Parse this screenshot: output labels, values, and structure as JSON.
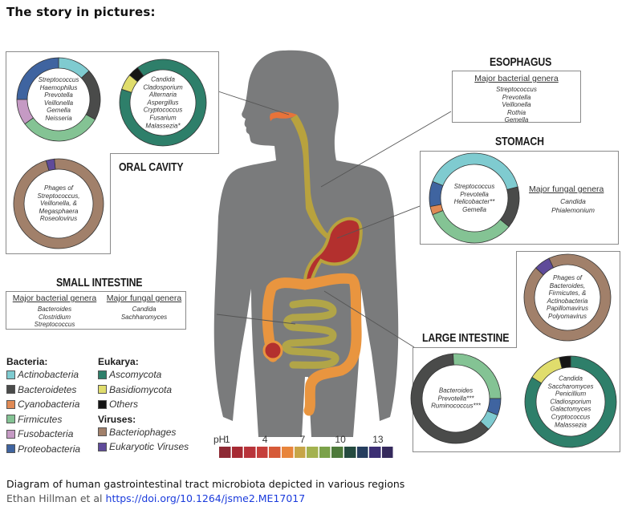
{
  "heading": "The story in pictures:",
  "caption": "Diagram of human gastrointestinal tract microbiota depicted in various regions",
  "credit": {
    "authors": "Ethan Hillman et al",
    "link": "https://doi.org/10.1264/jsme2.ME17017"
  },
  "colors": {
    "actinobacteria": "#7fcbd0",
    "bacteroidetes": "#4a4b4a",
    "cyanobacteria": "#e08a55",
    "firmicutes": "#84c394",
    "fusobacteria": "#c59ac4",
    "proteobacteria": "#3f64a0",
    "ascomycota": "#2e7f6a",
    "basidiomycota": "#e0dd6c",
    "others": "#151515",
    "bacteriophages": "#a1806a",
    "eukaryotic_viruses": "#5f4b9a",
    "body": "#7a7b7c",
    "esophagus": "#b8a23e",
    "stomach": "#b3302e",
    "colon": "#e9953f",
    "small_intestine": "#b1a548",
    "mouth": "#e8733a"
  },
  "regions": {
    "oral_cavity": {
      "title": "ORAL CAVITY",
      "bacteria_donut": {
        "segments": [
          {
            "group": "actinobacteria",
            "fraction": 0.13
          },
          {
            "group": "bacteroidetes",
            "fraction": 0.2
          },
          {
            "group": "firmicutes",
            "fraction": 0.32
          },
          {
            "group": "fusobacteria",
            "fraction": 0.1
          },
          {
            "group": "proteobacteria",
            "fraction": 0.25
          }
        ],
        "genera": [
          "Streptococcus",
          "Haemophilus",
          "Prevotella",
          "Veillonella",
          "Gemella",
          "Neisseria"
        ]
      },
      "fungi_donut": {
        "segments": [
          {
            "group": "ascomycota",
            "fraction": 0.9
          },
          {
            "group": "basidiomycota",
            "fraction": 0.06
          },
          {
            "group": "others",
            "fraction": 0.04
          }
        ],
        "genera": [
          "Candida",
          "Cladosporium",
          "Alternaria",
          "Aspergillus",
          "Cryptococcus",
          "Fusarium",
          "Malassezia*"
        ]
      },
      "virus_donut": {
        "segments": [
          {
            "group": "bacteriophages",
            "fraction": 0.97
          },
          {
            "group": "eukaryotic_viruses",
            "fraction": 0.03
          }
        ],
        "genera": [
          "Phages of",
          "Streptococcus,",
          "Veillonella, &",
          "Megasphaera",
          "Roseolovirus"
        ]
      }
    },
    "esophagus": {
      "title": "ESOPHAGUS",
      "bacterial_heading": "Major bacterial genera",
      "bacterial_genera": [
        "Streptococcus",
        "Prevotella",
        "Veillonella",
        "Rothia",
        "Gemella"
      ]
    },
    "stomach": {
      "title": "STOMACH",
      "bacteria_donut": {
        "segments": [
          {
            "group": "actinobacteria",
            "fraction": 0.4
          },
          {
            "group": "bacteroidetes",
            "fraction": 0.15
          },
          {
            "group": "firmicutes",
            "fraction": 0.33
          },
          {
            "group": "cyanobacteria",
            "fraction": 0.03
          },
          {
            "group": "proteobacteria",
            "fraction": 0.09
          }
        ],
        "genera": [
          "Streptococcus",
          "Prevotella",
          "Helicobacter**",
          "Gemella"
        ]
      },
      "fungal_heading": "Major fungal genera",
      "fungal_genera": [
        "Candida",
        "Phialemonium"
      ]
    },
    "small_intestine": {
      "title": "SMALL INTESTINE",
      "bacterial_heading": "Major bacterial genera",
      "bacterial_genera": [
        "Bacteroides",
        "Clostridium",
        "Streptococcus"
      ],
      "fungal_heading": "Major fungal genera",
      "fungal_genera": [
        "Candida",
        "Sachharomyces"
      ]
    },
    "large_intestine": {
      "title": "LARGE INTESTINE",
      "virus_donut": {
        "segments": [
          {
            "group": "bacteriophages",
            "fraction": 0.94
          },
          {
            "group": "eukaryotic_viruses",
            "fraction": 0.06
          }
        ],
        "genera": [
          "Phages of",
          "Bacteroides,",
          "Firmicutes, &",
          "Actinobacteria",
          "Papillomavirus",
          "Polyomavirus"
        ]
      },
      "bacteria_donut": {
        "segments": [
          {
            "group": "bacteroidetes",
            "fraction": 0.62
          },
          {
            "group": "firmicutes",
            "fraction": 0.26
          },
          {
            "group": "proteobacteria",
            "fraction": 0.06
          },
          {
            "group": "actinobacteria",
            "fraction": 0.06
          }
        ],
        "genera": [
          "Bacteroides",
          "Prevotella***",
          "Ruminococcus***"
        ]
      },
      "fungi_donut": {
        "segments": [
          {
            "group": "ascomycota",
            "fraction": 0.84
          },
          {
            "group": "basidiomycota",
            "fraction": 0.12
          },
          {
            "group": "others",
            "fraction": 0.04
          }
        ],
        "genera": [
          "Candida",
          "Saccharomyces",
          "Penicillium",
          "Cladiosporium",
          "Galactomyces",
          "Cryptococcus",
          "Malassezia"
        ]
      }
    }
  },
  "legend": {
    "bacteria": {
      "heading": "Bacteria",
      "items": [
        {
          "key": "actinobacteria",
          "label": "Actinobacteria"
        },
        {
          "key": "bacteroidetes",
          "label": "Bacteroidetes"
        },
        {
          "key": "cyanobacteria",
          "label": "Cyanobacteria"
        },
        {
          "key": "firmicutes",
          "label": "Firmicutes"
        },
        {
          "key": "fusobacteria",
          "label": "Fusobacteria"
        },
        {
          "key": "proteobacteria",
          "label": "Proteobacteria"
        }
      ]
    },
    "eukarya": {
      "heading": "Eukarya",
      "items": [
        {
          "key": "ascomycota",
          "label": "Ascomycota"
        },
        {
          "key": "basidiomycota",
          "label": "Basidiomycota"
        },
        {
          "key": "others",
          "label": "Others"
        }
      ]
    },
    "viruses": {
      "heading": "Viruses:",
      "items": [
        {
          "key": "bacteriophages",
          "label": "Bacteriophages"
        },
        {
          "key": "eukaryotic_viruses",
          "label": "Eukaryotic Viruses"
        }
      ]
    }
  },
  "ph_scale": {
    "label": "pH",
    "ticks": [
      "1",
      "4",
      "7",
      "10",
      "13"
    ],
    "colors": [
      "#8e2a35",
      "#a62a33",
      "#b8333a",
      "#c53e3a",
      "#d65a38",
      "#e8853c",
      "#c7a547",
      "#a3b24f",
      "#7ba24a",
      "#4d7a3a",
      "#244a3f",
      "#253d5e",
      "#3c2f74",
      "#34295c"
    ]
  }
}
